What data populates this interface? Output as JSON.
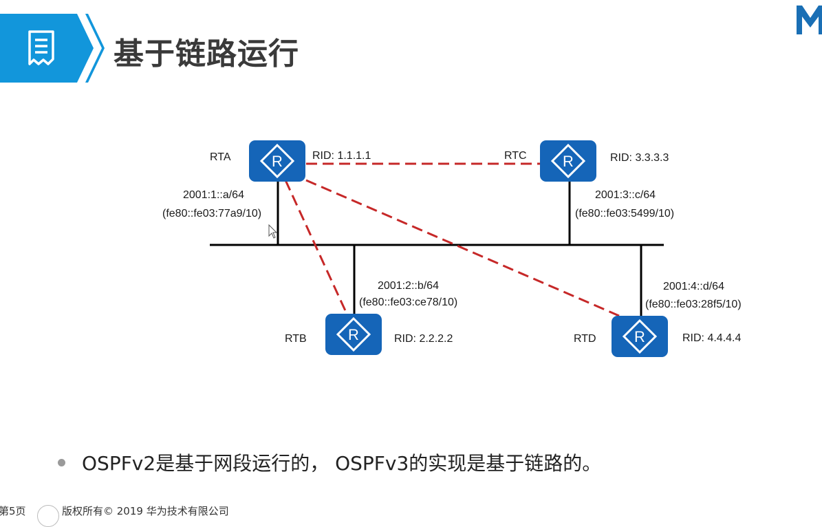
{
  "header": {
    "title": "基于链路运行",
    "icon": "document-icon",
    "logo": "M",
    "accent_color": "#1296db"
  },
  "diagram": {
    "routers": [
      {
        "id": "rta",
        "name": "RTA",
        "rid": "RID: 1.1.1.1",
        "ipv6": "2001:1::a/64",
        "link_local": "(fe80::fe03:77a9/10)"
      },
      {
        "id": "rtb",
        "name": "RTB",
        "rid": "RID: 2.2.2.2",
        "ipv6": "2001:2::b/64",
        "link_local": "(fe80::fe03:ce78/10)"
      },
      {
        "id": "rtc",
        "name": "RTC",
        "rid": "RID: 3.3.3.3",
        "ipv6": "2001:3::c/64",
        "link_local": "(fe80::fe03:5499/10)"
      },
      {
        "id": "rtd",
        "name": "RTD",
        "rid": "RID: 4.4.4.4",
        "ipv6": "2001:4::d/64",
        "link_local": "(fe80::fe03:28f5/10)"
      }
    ],
    "router_color": "#1565b8",
    "adjacency_color": "#c62828"
  },
  "bullet": "OSPFv2是基于网段运行的， OSPFv3的实现是基于链路的。",
  "footer": {
    "page": "第5页",
    "copyright": "版权所有© 2019 华为技术有限公司"
  }
}
